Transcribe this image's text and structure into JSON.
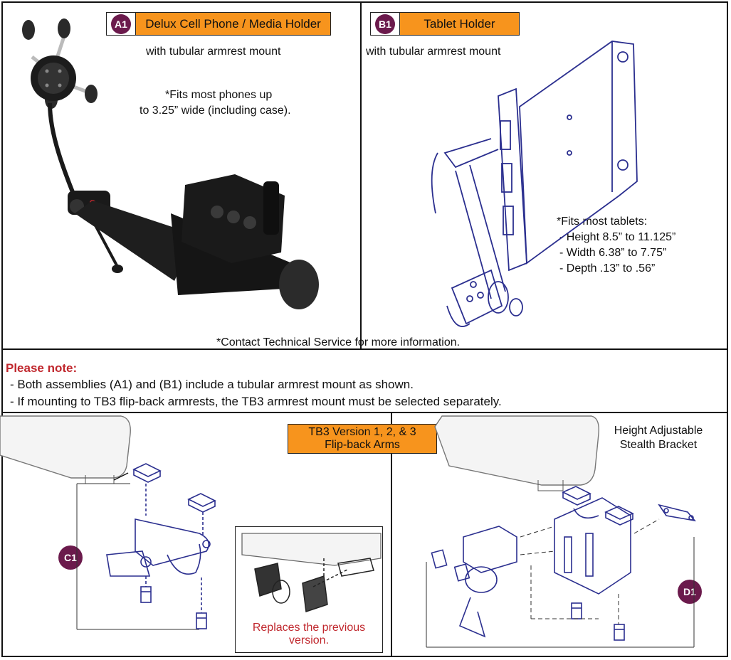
{
  "panel_a1": {
    "badge": "A1",
    "title": "Delux Cell Phone / Media Holder",
    "subtitle": "with tubular armrest mount",
    "fit_note_line1": "*Fits most phones up",
    "fit_note_line2": "to 3.25” wide (including case)."
  },
  "panel_b1": {
    "badge": "B1",
    "title": "Tablet Holder",
    "subtitle": "with tubular armrest mount",
    "fit_title": "*Fits most tablets:",
    "fit_items": [
      "- Height 8.5” to 11.125”",
      "- Width 6.38” to 7.75”",
      "- Depth .13” to .56”"
    ]
  },
  "contact_note": "*Contact Technical Service for more information.",
  "note": {
    "title": "Please note:",
    "lines": [
      "- Both assemblies (A1) and (B1) include a tubular armrest mount as shown.",
      "- If mounting to TB3 flip-back armrests, the TB3 armrest mount must be selected separately."
    ]
  },
  "panel_c1": {
    "label_line1": "TB3 Version 1, 2, & 3",
    "label_line2": "Flip-back Arms",
    "callout": "C1",
    "replaces_line1": "Replaces the previous",
    "replaces_line2": "version."
  },
  "panel_d1": {
    "label_line1": "Height Adjustable",
    "label_line2": "Stealth Bracket",
    "callout": "D1"
  },
  "colors": {
    "accent_orange": "#f7941d",
    "badge_purple": "#6b1a4c",
    "note_red": "#c0272d",
    "line_blue": "#2b2f8f"
  }
}
